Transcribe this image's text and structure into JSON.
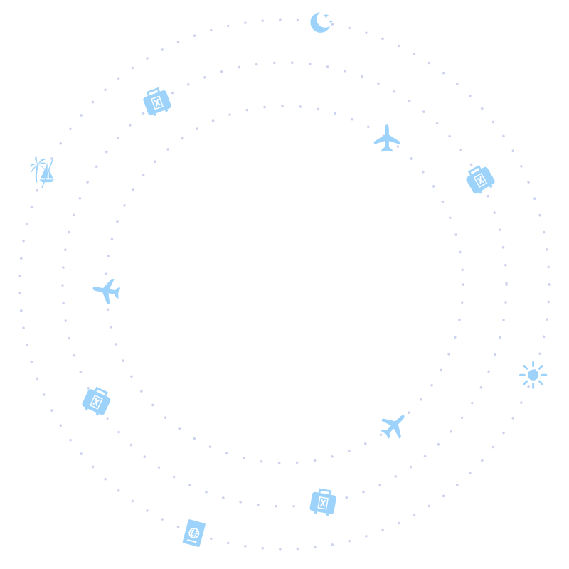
{
  "colors": {
    "orbit": "#cdd3ee",
    "icon": "#9dd3fb",
    "icon_detail": "#ffffff",
    "background": "#ffffff"
  },
  "orbits": [
    {
      "name": "outer-orbit",
      "icons": [
        {
          "icon": "moon-stars-icon",
          "angle_deg": 8
        },
        {
          "icon": "sun-icon",
          "angle_deg": 110
        },
        {
          "icon": "passport-icon",
          "angle_deg": 200
        },
        {
          "icon": "palm-beach-icon",
          "angle_deg": 295
        }
      ]
    },
    {
      "name": "middle-orbit",
      "icons": [
        {
          "icon": "suitcase-icon",
          "angle_deg": 62
        },
        {
          "icon": "suitcase-icon",
          "angle_deg": 170
        },
        {
          "icon": "suitcase-icon",
          "angle_deg": 238
        },
        {
          "icon": "suitcase-icon",
          "angle_deg": 325
        }
      ]
    },
    {
      "name": "inner-orbit",
      "icons": [
        {
          "icon": "airplane-icon",
          "angle_deg": 35
        },
        {
          "icon": "airplane-icon",
          "angle_deg": 142
        },
        {
          "icon": "airplane-icon",
          "angle_deg": 268
        }
      ]
    }
  ]
}
